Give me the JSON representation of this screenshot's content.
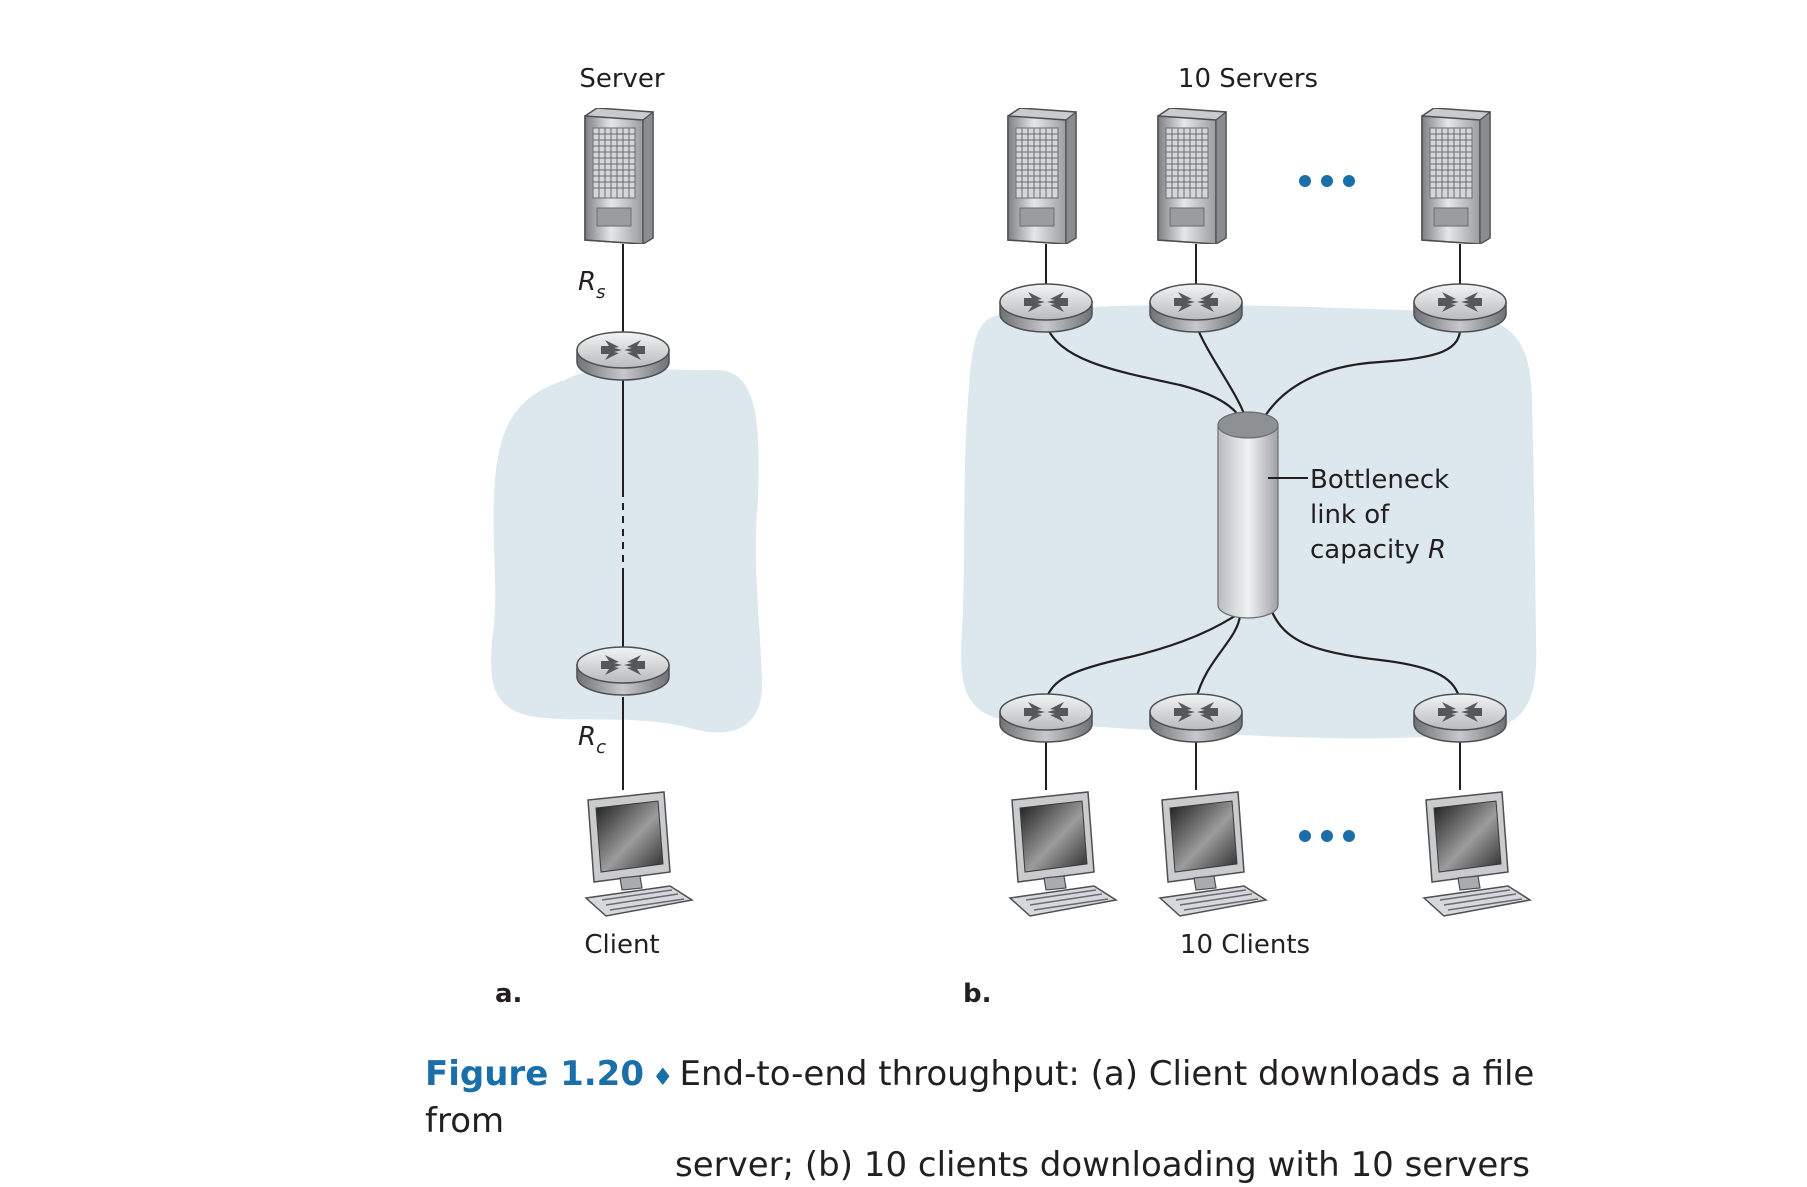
{
  "labels": {
    "server": "Server",
    "servers10": "10 Servers",
    "client": "Client",
    "clients10": "10 Clients",
    "rs_main": "R",
    "rs_sub": "s",
    "rc_main": "R",
    "rc_sub": "c",
    "bottleneck_line1": "Bottleneck",
    "bottleneck_line2": "link of",
    "bottleneck_line3_text": "capacity ",
    "bottleneck_line3_var": "R",
    "panel_a": "a.",
    "panel_b": "b."
  },
  "caption": {
    "number": "Figure 1.20",
    "diamond": "♦",
    "line1": "End-to-end throughput: (a) Client downloads a file from",
    "line2": "server; (b) 10 clients downloading with 10 servers"
  },
  "colors": {
    "cloud": "#dde7ee",
    "accent": "#1a6fa8",
    "line": "#231f20"
  }
}
